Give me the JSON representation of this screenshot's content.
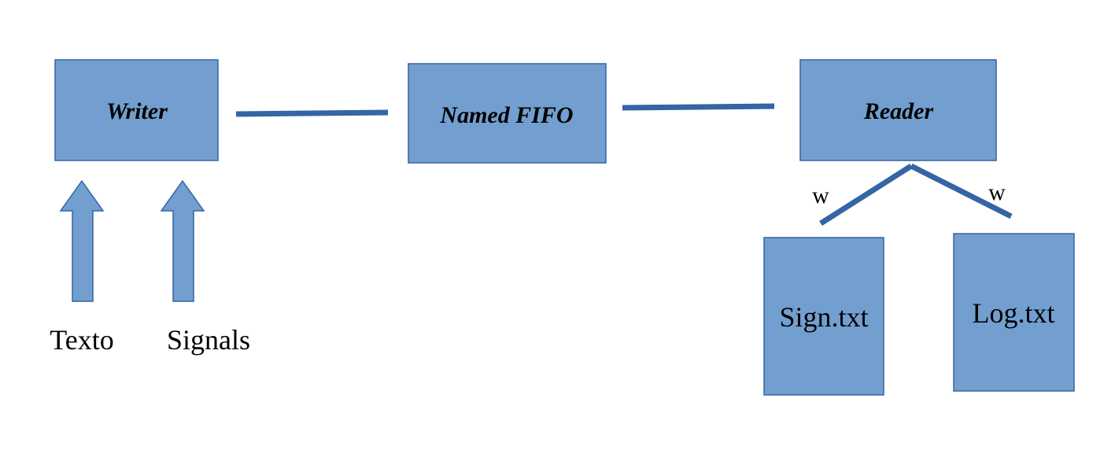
{
  "colors": {
    "box_fill": "#729fcf",
    "box_stroke": "#3465a4",
    "connector": "#3465a4",
    "text": "#000000",
    "background": "#ffffff"
  },
  "nodes": {
    "writer": "Writer",
    "fifo": "Named FIFO",
    "reader": "Reader",
    "sign_file": "Sign.txt",
    "log_file": "Log.txt"
  },
  "inputs": {
    "texto": "Texto",
    "signals": "Signals"
  },
  "edges": {
    "reader_to_sign": "w",
    "reader_to_log": "w"
  },
  "icons": {
    "input_arrow": "up-arrow-icon"
  }
}
